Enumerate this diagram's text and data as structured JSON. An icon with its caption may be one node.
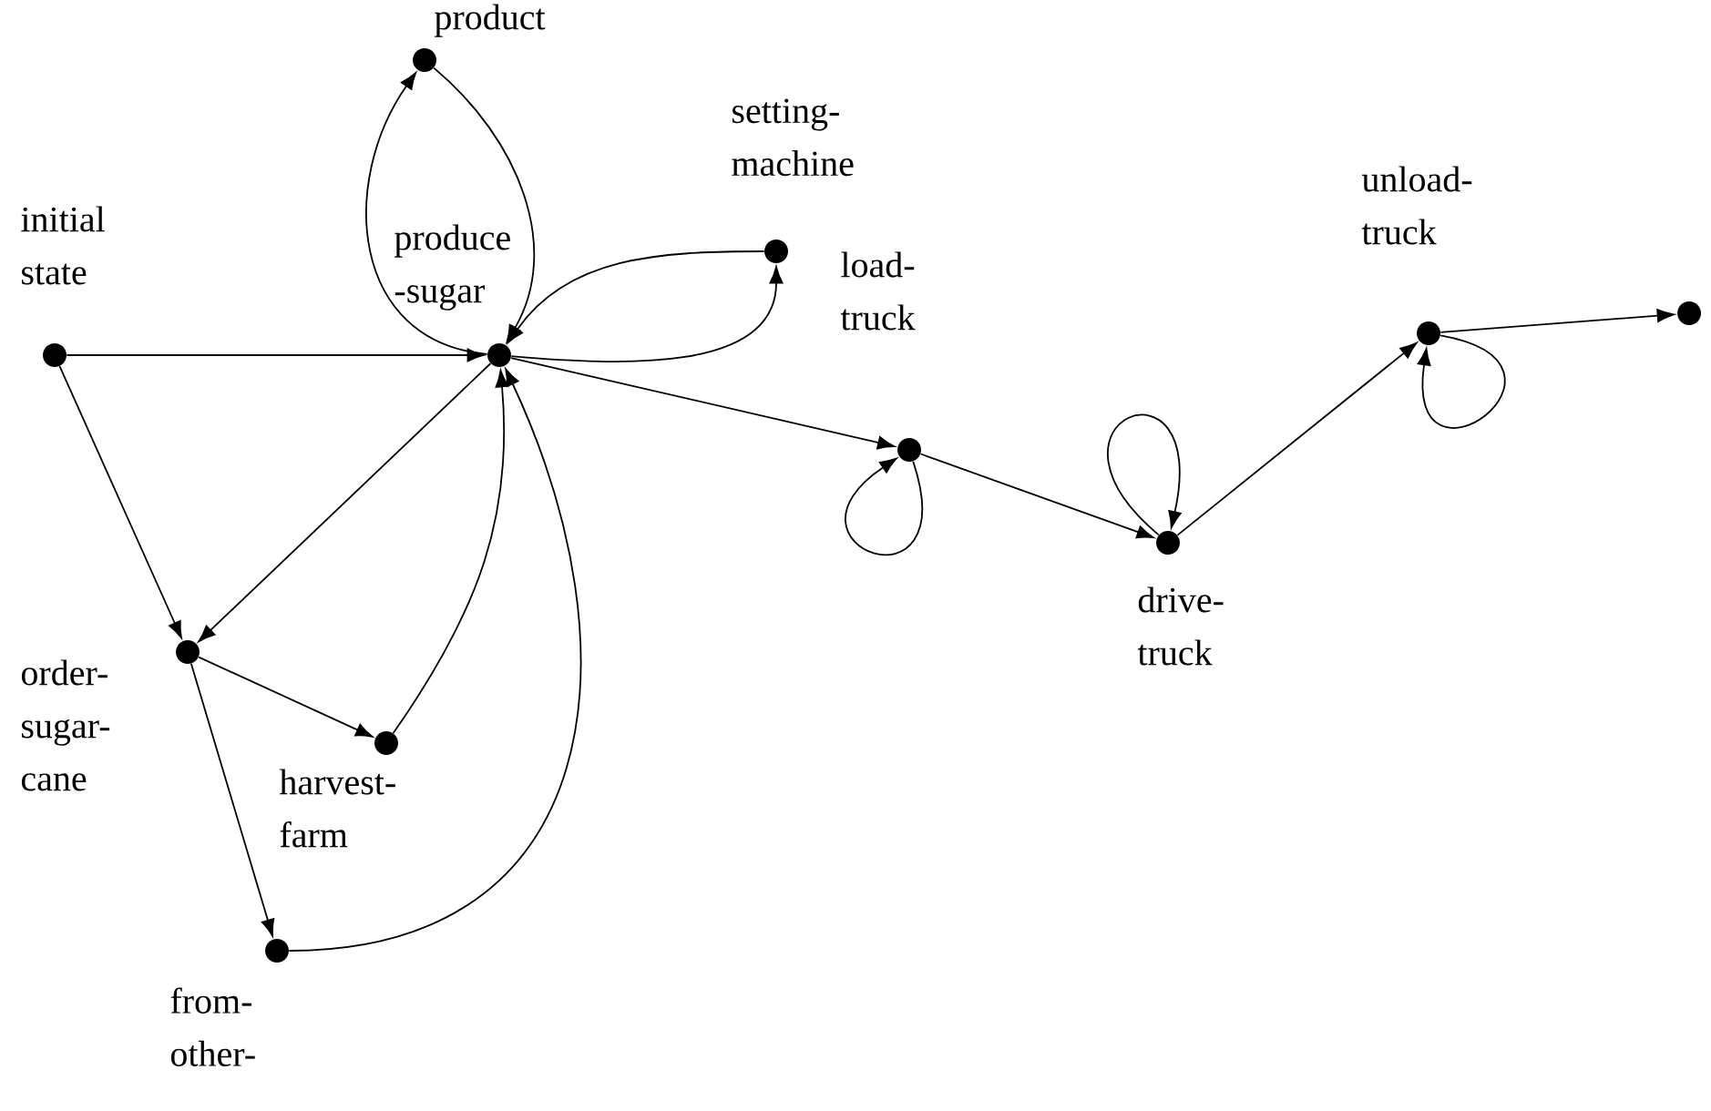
{
  "diagram": {
    "nodes": [
      {
        "text": [
          "initial state"
        ]
      },
      {
        "text": [
          "produce -sugar"
        ]
      },
      {
        "text": [
          "product"
        ]
      },
      {
        "text": [
          "setting- machine"
        ]
      },
      {
        "text": [
          "load- truck"
        ]
      },
      {
        "text": [
          "drive- truck"
        ]
      },
      {
        "text": [
          "unload- truck"
        ]
      },
      {
        "text": [],
        "shape": "circle"
      },
      {
        "text": [
          "order- sugar- cane"
        ]
      },
      {
        "text": [
          "harvest- farm"
        ]
      },
      {
        "text": [
          "from- other-"
        ]
      }
    ],
    "edges": [
      {
        "from": 0,
        "to": 1,
        "arrow": "to"
      },
      {
        "from": 0,
        "to": 8,
        "arrow": "to"
      },
      {
        "from": 1,
        "to": 8,
        "arrow": "to"
      },
      {
        "from": 1,
        "to": 2,
        "arrow": "to"
      },
      {
        "from": 2,
        "to": 1,
        "arrow": "to"
      },
      {
        "from": 3,
        "to": 1,
        "arrow": "to"
      },
      {
        "from": 1,
        "to": 3,
        "arrow": "to"
      },
      {
        "from": 1,
        "to": 4,
        "arrow": "to"
      },
      {
        "from": 4,
        "to": 4,
        "arrow": "to"
      },
      {
        "from": 4,
        "to": 5,
        "arrow": "to"
      },
      {
        "from": 5,
        "to": 5,
        "arrow": "to"
      },
      {
        "from": 5,
        "to": 6,
        "arrow": "to"
      },
      {
        "from": 6,
        "to": 6,
        "arrow": "to"
      },
      {
        "from": 6,
        "to": 7,
        "arrow": "to"
      },
      {
        "from": 8,
        "to": 9,
        "arrow": "to"
      },
      {
        "from": 8,
        "to": 10,
        "arrow": "to"
      },
      {
        "from": 9,
        "to": 1,
        "arrow": "to"
      },
      {
        "from": 10,
        "to": 1,
        "arrow": "to"
      }
    ]
  }
}
